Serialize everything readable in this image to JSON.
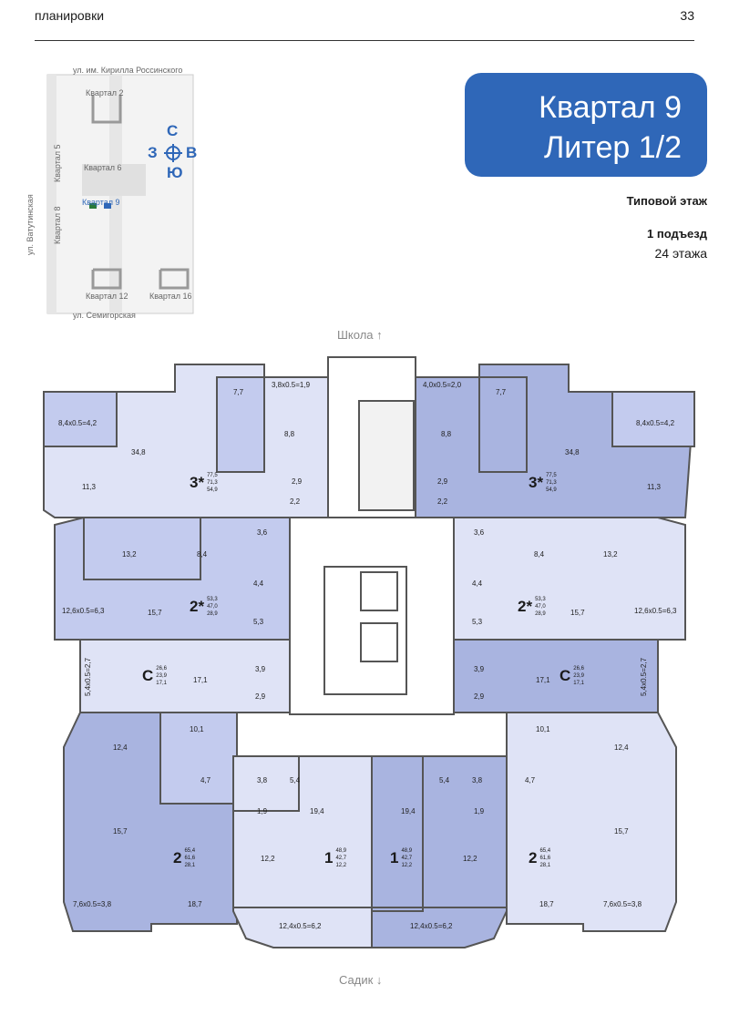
{
  "header": {
    "section": "планировки",
    "page": "33"
  },
  "badge": {
    "line1": "Квартал 9",
    "line2": "Литер 1/2"
  },
  "subtitle": {
    "floor": "Типовой этаж",
    "entrance": "1 подъезд",
    "floors": "24 этажа"
  },
  "map": {
    "street_top": "ул. им. Кирилла Россинского",
    "street_left": "ул. Ватутинская",
    "street_bottom": "ул. Семигорская",
    "q2": "Квартал 2",
    "q5": "Квартал 5",
    "q6": "Квартал 6",
    "q8": "Квартал 8",
    "q9": "Квартал 9",
    "q12": "Квартал 12",
    "q16": "Квартал 16",
    "compass": {
      "n": "С",
      "w": "З",
      "e": "В",
      "s": "Ю"
    }
  },
  "plan": {
    "top_label": "Школа ↑",
    "bottom_label": "Садик ↓",
    "areas": {
      "tl_balc1": "8,4x0.5=4,2",
      "tl_main": "34,8",
      "tl_11": "11,3",
      "tl_77": "7,7",
      "tl_88": "8,8",
      "tl_balc2": "3,8x0.5=1,9",
      "tl_29": "2,9",
      "tl_22": "2,2",
      "tl_36": "3,6",
      "tr_balc1": "8,4x0.5=4,2",
      "tr_main": "34,8",
      "tr_11": "11,3",
      "tr_77": "7,7",
      "tr_88": "8,8",
      "tr_balc2": "4,0x0.5=2,0",
      "tr_29": "2,9",
      "tr_22": "2,2",
      "tr_36": "3,6",
      "ml_132": "13,2",
      "ml_84": "8,4",
      "ml_balc": "12,6x0.5=6,3",
      "ml_157": "15,7",
      "ml_44": "4,4",
      "ml_53": "5,3",
      "mr_132": "13,2",
      "mr_84": "8,4",
      "mr_balc": "12,6x0.5=6,3",
      "mr_157": "15,7",
      "mr_44": "4,4",
      "mr_53": "5,3",
      "sl_balc": "5,4x0.5=2,7",
      "sl_171": "17,1",
      "sl_39": "3,9",
      "sl_29": "2,9",
      "sr_balc": "5,4x0.5=2,7",
      "sr_171": "17,1",
      "sr_39": "3,9",
      "sr_29": "2,9",
      "bl_101": "10,1",
      "bl_124": "12,4",
      "bl_47": "4,7",
      "bl_157": "15,7",
      "bl_balc": "7,6x0.5=3,8",
      "bl_187": "18,7",
      "br_101": "10,1",
      "br_124": "12,4",
      "br_47": "4,7",
      "br_157": "15,7",
      "br_balc": "7,6x0.5=3,8",
      "br_187": "18,7",
      "c1l_38": "3,8",
      "c1l_54": "5,4",
      "c1l_19": "1,9",
      "c1l_194": "19,4",
      "c1l_122": "12,2",
      "c1l_balc": "12,4x0.5=6,2",
      "c1r_38": "3,8",
      "c1r_54": "5,4",
      "c1r_19": "1,9",
      "c1r_194": "19,4",
      "c1r_122": "12,2",
      "c1r_balc": "12,4x0.5=6,2"
    },
    "units": [
      {
        "id": "tl",
        "rooms": "3",
        "sup": "*",
        "total": "77,5",
        "living": "71,3",
        "kitchen": "54,9"
      },
      {
        "id": "tr",
        "rooms": "3",
        "sup": "*",
        "total": "77,5",
        "living": "71,3",
        "kitchen": "54,9"
      },
      {
        "id": "ml",
        "rooms": "2",
        "sup": "*",
        "total": "53,3",
        "living": "47,0",
        "kitchen": "28,9"
      },
      {
        "id": "mr",
        "rooms": "2",
        "sup": "*",
        "total": "53,3",
        "living": "47,0",
        "kitchen": "28,9"
      },
      {
        "id": "sl",
        "rooms": "С",
        "sup": "",
        "total": "26,6",
        "living": "23,9",
        "kitchen": "17,1"
      },
      {
        "id": "sr",
        "rooms": "С",
        "sup": "",
        "total": "26,6",
        "living": "23,9",
        "kitchen": "17,1"
      },
      {
        "id": "bl",
        "rooms": "2",
        "sup": "",
        "total": "65,4",
        "living": "61,6",
        "kitchen": "28,1"
      },
      {
        "id": "br",
        "rooms": "2",
        "sup": "",
        "total": "65,4",
        "living": "61,6",
        "kitchen": "28,1"
      },
      {
        "id": "c1l",
        "rooms": "1",
        "sup": "",
        "total": "48,9",
        "living": "42,7",
        "kitchen": "12,2"
      },
      {
        "id": "c1r",
        "rooms": "1",
        "sup": "",
        "total": "48,9",
        "living": "42,7",
        "kitchen": "12,2"
      }
    ],
    "colors": {
      "dark": "#a9b4e0",
      "mid": "#c3cbee",
      "light": "#dfe3f6",
      "accent": "#2f67b8",
      "wall": "#555555"
    }
  }
}
